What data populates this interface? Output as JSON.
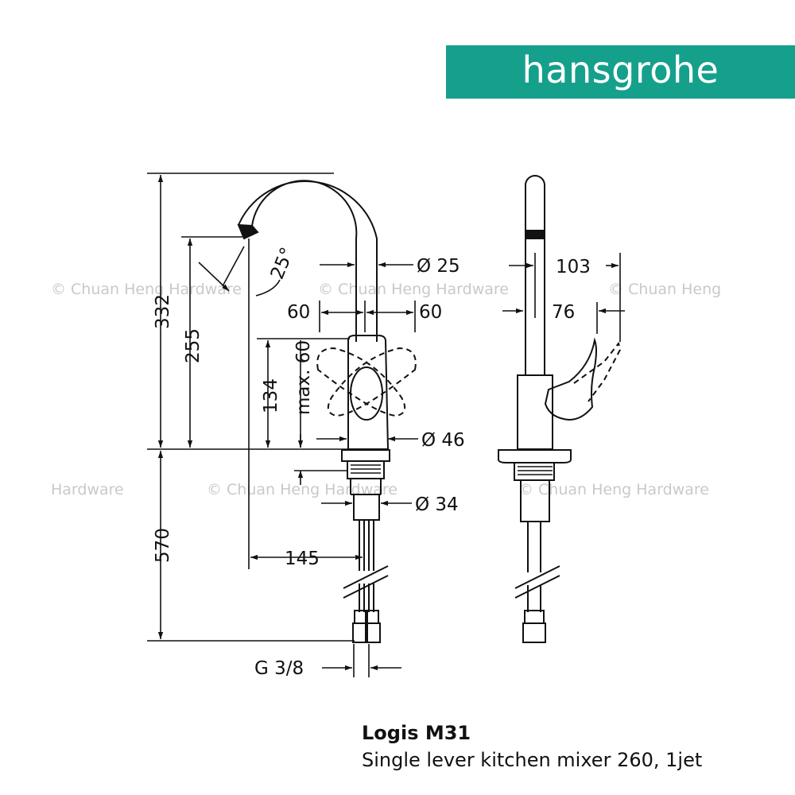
{
  "brand": {
    "name": "hansgrohe",
    "color": "#15a08c"
  },
  "watermark": {
    "full": "© Chuan Heng Hardware",
    "partial": "© Chuan Heng",
    "tail": "Hardware"
  },
  "dimensions": {
    "total_height": "332",
    "spout_height": "255",
    "body_height": "134",
    "lever_travel": "max. 60",
    "spout_angle": "25°",
    "spout_diameter": "Ø 25",
    "lever_left": "60",
    "lever_right": "60",
    "base_diameter": "Ø 46",
    "shank_diameter": "Ø 34",
    "projection": "145",
    "hose_length": "570",
    "connection": "G 3/8",
    "side_depth": "103",
    "side_lever": "76"
  },
  "caption": {
    "title": "Logis M31",
    "subtitle": "Single lever kitchen mixer 260, 1jet"
  }
}
